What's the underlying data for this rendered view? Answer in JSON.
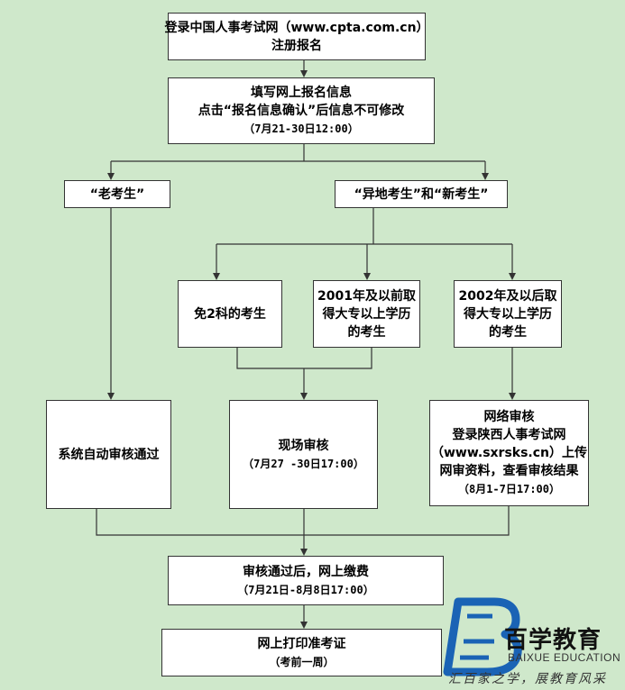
{
  "steps": {
    "register": {
      "lines": [
        "登录中国人事考试网（www.cpta.com.cn）",
        "注册报名"
      ]
    },
    "fill_info": {
      "lines": [
        "填写网上报名信息",
        "点击“报名信息确认”后信息不可修改"
      ],
      "date": "（7月21-30日12:00）"
    },
    "old_candidate": {
      "label": "“老考生”"
    },
    "other_candidate": {
      "label": "“异地考生”和“新考生”"
    },
    "exempt2": {
      "lines": [
        "免2科的考生"
      ]
    },
    "before2001": {
      "lines": [
        "2001年及以前取",
        "得大专以上学历",
        "的考生"
      ]
    },
    "after2002": {
      "lines": [
        "2002年及以后取",
        "得大专以上学历",
        "的考生"
      ]
    },
    "auto_review": {
      "lines": [
        "系统自动审核通过"
      ]
    },
    "onsite_review": {
      "lines": [
        "现场审核"
      ],
      "date": "（7月27 -30日17:00）"
    },
    "online_review": {
      "lines": [
        "网络审核",
        "登录陕西人事考试网",
        "（www.sxrsks.cn）上传",
        "网审资料，查看审核结果"
      ],
      "date": "（8月1-7日17:00）"
    },
    "payment": {
      "lines": [
        "审核通过后，网上缴费"
      ],
      "date": "（7月21日-8月8日17:00）"
    },
    "print_ticket": {
      "lines": [
        "网上打印准考证"
      ],
      "date": "（考前一周）"
    }
  },
  "watermark": {
    "brand_cn": "百学教育",
    "brand_en": "BAIXUE EDUCATION",
    "slogan": "汇百家之学，展教育风采"
  },
  "colors": {
    "background": "#cfe8cb",
    "box": "#ffffff",
    "line": "#333333",
    "logo_blue": "#1a63b5"
  }
}
